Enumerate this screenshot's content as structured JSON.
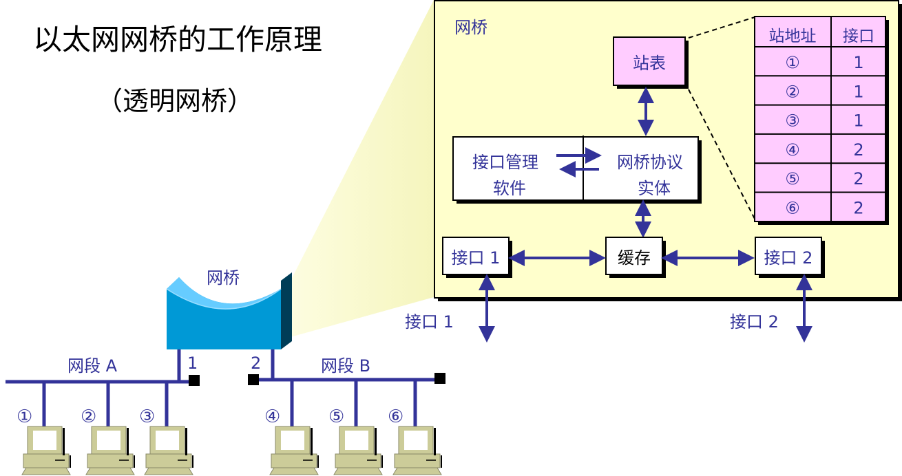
{
  "title": {
    "main": "以太网网桥的工作原理",
    "sub": "（透明网桥）"
  },
  "colors": {
    "text_blue": "#333399",
    "panel_bg": "#ffffcc",
    "pink": "#ffccff",
    "bridge_body": "#0099d6",
    "bridge_top": "#66ccff",
    "bridge_side": "#003d57",
    "computer": "#cccc99",
    "cone": "#f4f4c0"
  },
  "panel": {
    "label": "网桥",
    "station_table_box": "站表",
    "station_table": {
      "headers": [
        "站地址",
        "接口"
      ],
      "rows": [
        {
          "station": "①",
          "port": "1"
        },
        {
          "station": "②",
          "port": "1"
        },
        {
          "station": "③",
          "port": "1"
        },
        {
          "station": "④",
          "port": "2"
        },
        {
          "station": "⑤",
          "port": "2"
        },
        {
          "station": "⑥",
          "port": "2"
        }
      ]
    },
    "interface_mgmt": [
      "接口管理",
      "软件"
    ],
    "protocol_entity": [
      "网桥协议",
      "实体"
    ],
    "buffer": "缓存",
    "port1": "接口 1",
    "port2": "接口 2",
    "outside_port1": "接口 1",
    "outside_port2": "接口 2"
  },
  "network": {
    "bridge_label": "网桥",
    "port1_num": "1",
    "port2_num": "2",
    "segment_a": "网段 A",
    "segment_b": "网段 B",
    "stations_a": [
      "①",
      "②",
      "③"
    ],
    "stations_b": [
      "④",
      "⑤",
      "⑥"
    ]
  }
}
